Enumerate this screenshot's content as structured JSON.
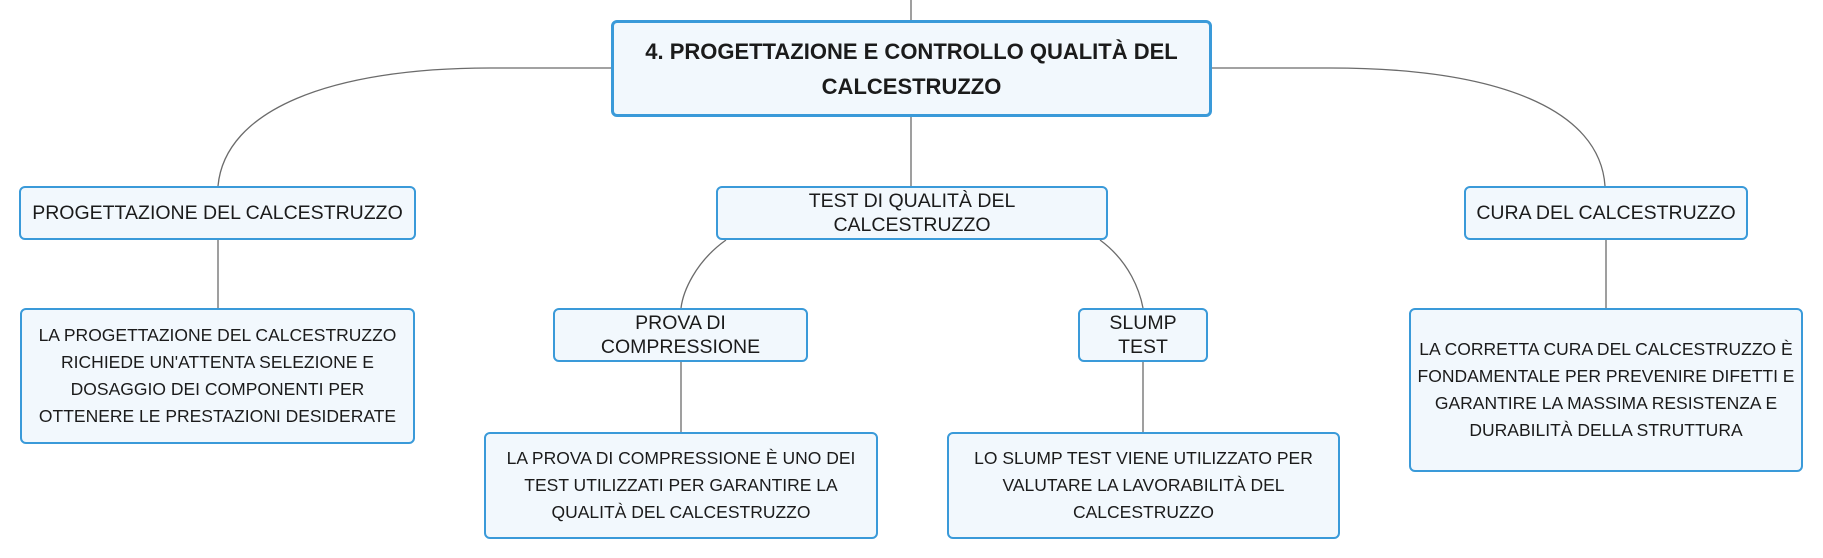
{
  "diagram": {
    "root": {
      "label": "4. PROGETTAZIONE E CONTROLLO QUALITÀ DEL CALCESTRUZZO"
    },
    "branches": [
      {
        "label": "PROGETTAZIONE DEL CALCESTRUZZO",
        "note": "LA PROGETTAZIONE DEL CALCESTRUZZO RICHIEDE UN'ATTENTA SELEZIONE E DOSAGGIO DEI COMPONENTI PER OTTENERE LE PRESTAZIONI DESIDERATE"
      },
      {
        "label": "TEST DI QUALITÀ DEL CALCESTRUZZO",
        "children": [
          {
            "label": "PROVA DI COMPRESSIONE",
            "note": "LA PROVA DI COMPRESSIONE È UNO DEI TEST UTILIZZATI PER GARANTIRE LA QUALITÀ DEL CALCESTRUZZO"
          },
          {
            "label": "SLUMP TEST",
            "note": "LO SLUMP TEST VIENE UTILIZZATO PER VALUTARE LA LAVORABILITÀ DEL CALCESTRUZZO"
          }
        ]
      },
      {
        "label": "CURA DEL CALCESTRUZZO",
        "note": "LA CORRETTA CURA DEL CALCESTRUZZO È FONDAMENTALE PER PREVENIRE DIFETTI E GARANTIRE LA MASSIMA RESISTENZA E DURABILITÀ DELLA STRUTTURA"
      }
    ]
  },
  "colors": {
    "node_border": "#3a9ad9",
    "node_fill": "#f2f8fd",
    "connector": "#6b6b6b",
    "text": "#1b1b1b"
  }
}
